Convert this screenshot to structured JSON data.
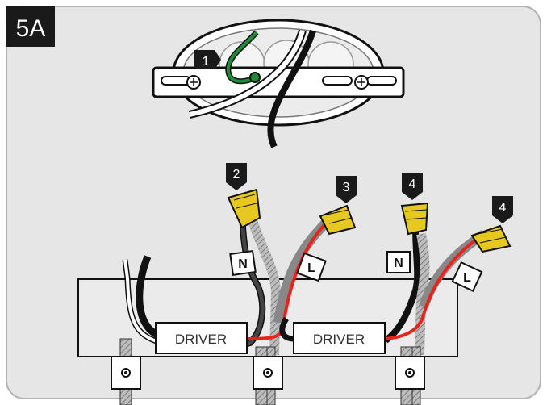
{
  "step_badge": "5A",
  "callouts": [
    "1",
    "2",
    "3",
    "4",
    "4"
  ],
  "wire_tags": {
    "neutral": "N",
    "live": "L"
  },
  "driver_label": "DRIVER",
  "colors": {
    "panel_bg": "#e6e6e6",
    "panel_border": "#b3b3b3",
    "badge_bg": "#1a1a1a",
    "ground_wire": "#1f8a3a",
    "live_wire": "#e8231c",
    "neutral_wire": "#111111",
    "connector": "#e6c81e",
    "braid": "#9a9a9a"
  }
}
